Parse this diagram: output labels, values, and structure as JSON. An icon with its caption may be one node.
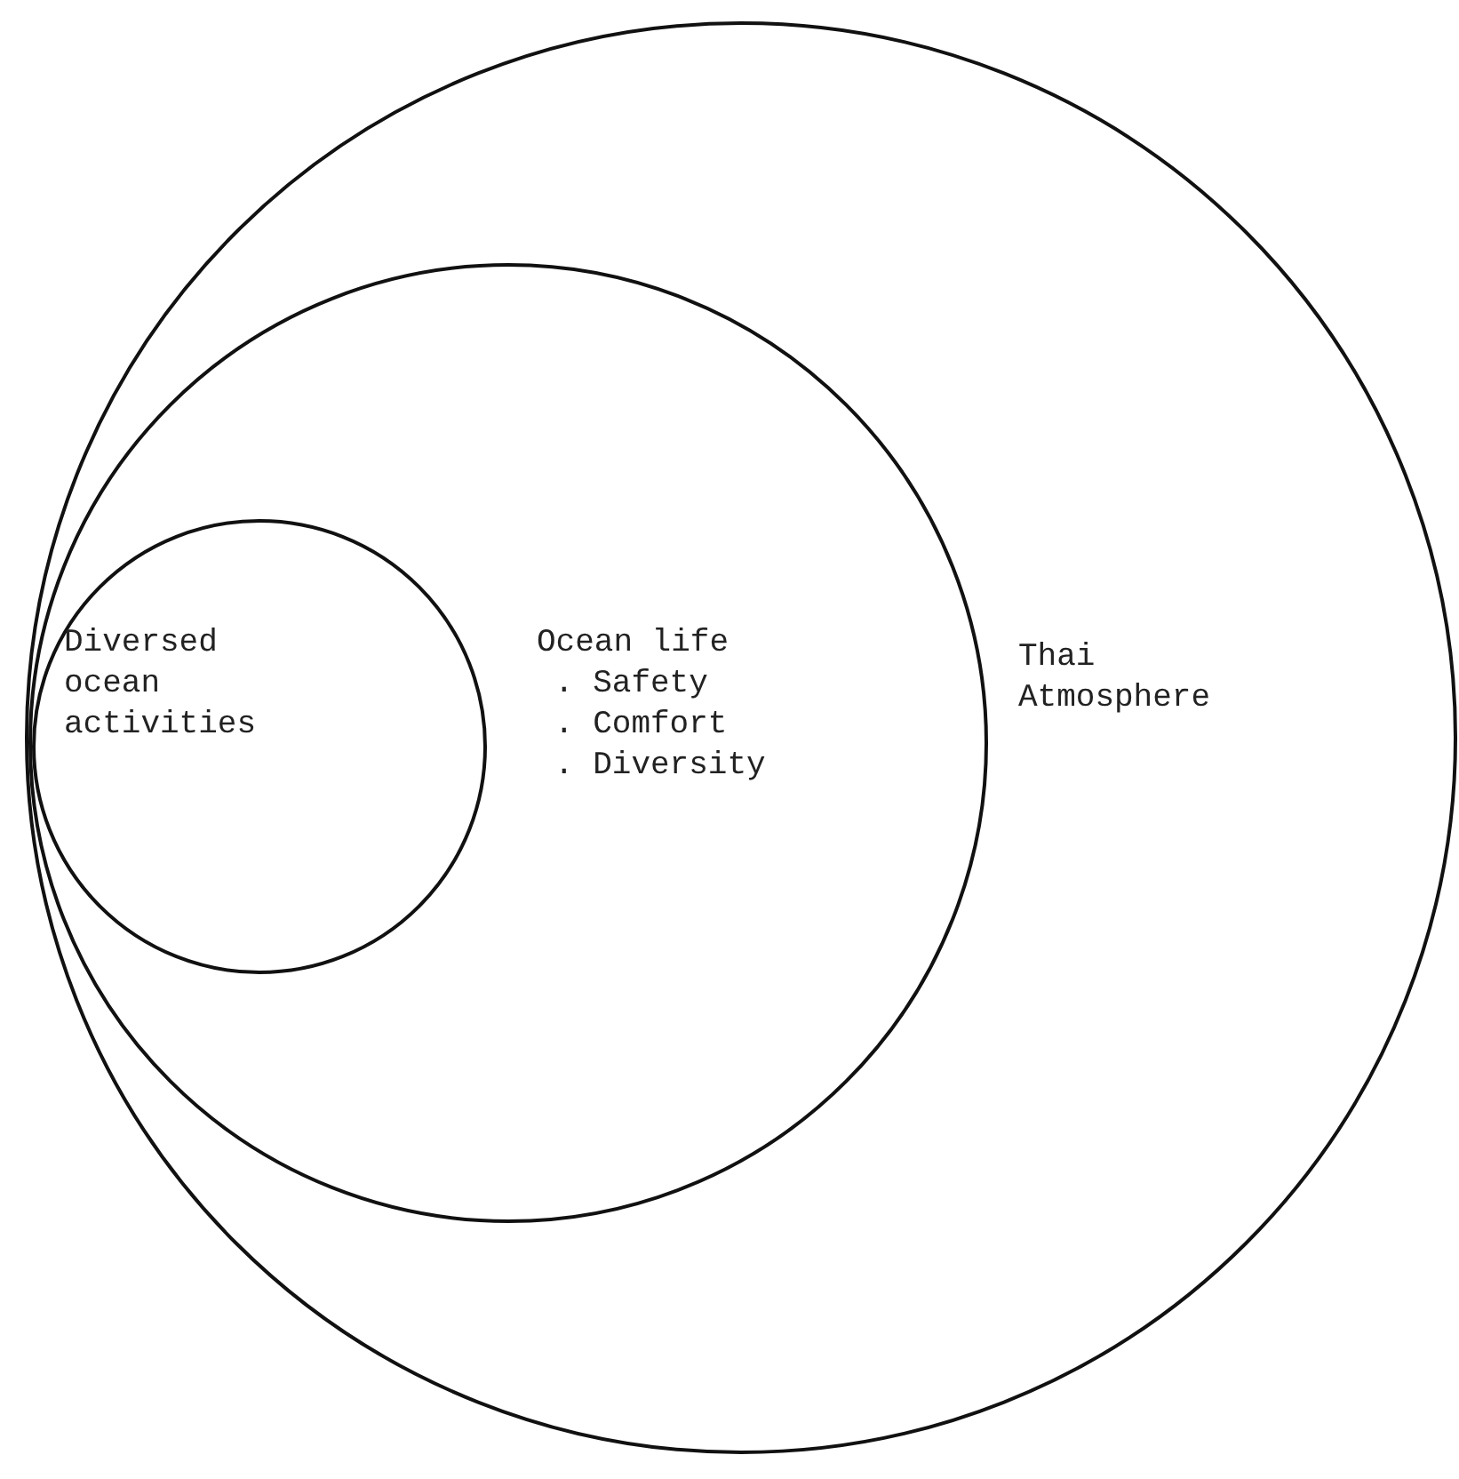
{
  "diagram": {
    "nodes": [
      {
        "text": [
          "Thai Atmosphere"
        ]
      },
      {
        "text": [
          "Ocean life",
          ". Safety",
          ". Comfort",
          ". Diversity"
        ],
        "in": 0
      },
      {
        "text": [
          "Diversed ocean activities"
        ],
        "in": 1
      }
    ]
  }
}
